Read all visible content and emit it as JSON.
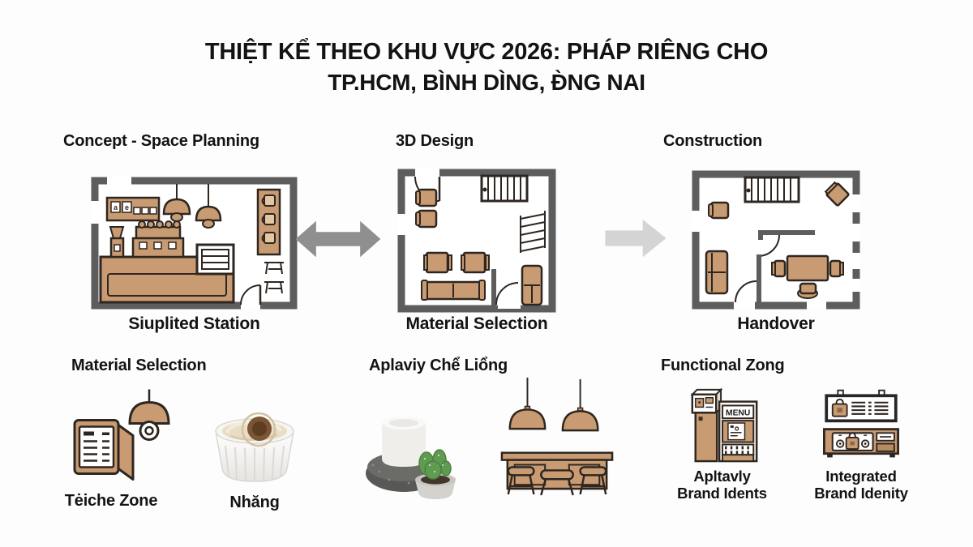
{
  "title": {
    "line1": "THIỆT KỂ THEO KHU VỰC 2026: PHÁP RIÊNG CHO",
    "line2": "TP.HCM, BÌNH DÌNG, Đ̀NG NAI"
  },
  "process": {
    "steps": [
      {
        "header": "Concept - Space Planning",
        "caption": "Siuplited Station"
      },
      {
        "header": "3D Design",
        "caption": "Material Selection"
      },
      {
        "header": "Construction",
        "caption": "Handover"
      }
    ]
  },
  "sections": {
    "material": {
      "header": "Material Selection",
      "item1_label": "Tėiche Zone",
      "item2_label": "Nhăng"
    },
    "aplaviy": {
      "header": "Aplaviy Chể Liổng"
    },
    "functional": {
      "header": "Functional Zong",
      "kiosk_screen": "MENU",
      "item1_line1": "Apltavly",
      "item1_line2": "Brand Idents",
      "item2_line1": "Integrated",
      "item2_line2": "Brand Idenity"
    }
  },
  "icons": {
    "step1": "cafe-floorplan",
    "step2": "lounge-floorplan",
    "step3": "dining-floorplan",
    "arrow_between_1_2": "double-horizontal-arrow",
    "arrow_between_2_3": "right-arrow",
    "material_item1": "menu-board-lamp-icon",
    "material_item2": "cream-ramekin-photo",
    "aplaviy_item1": "candle-cactus-photo",
    "aplaviy_item2": "bar-counter-stools-icon",
    "functional_item1": "menu-kiosk-icon",
    "functional_item2": "brand-sign-counter-icon"
  },
  "colors": {
    "tan": "#c99b72",
    "ink": "#2e2620",
    "wall": "#5d5d5d",
    "arrow_dark": "#8f8f8f",
    "arrow_light": "#d4d4d4",
    "bg": "#fdfdfd",
    "text": "#131313"
  }
}
